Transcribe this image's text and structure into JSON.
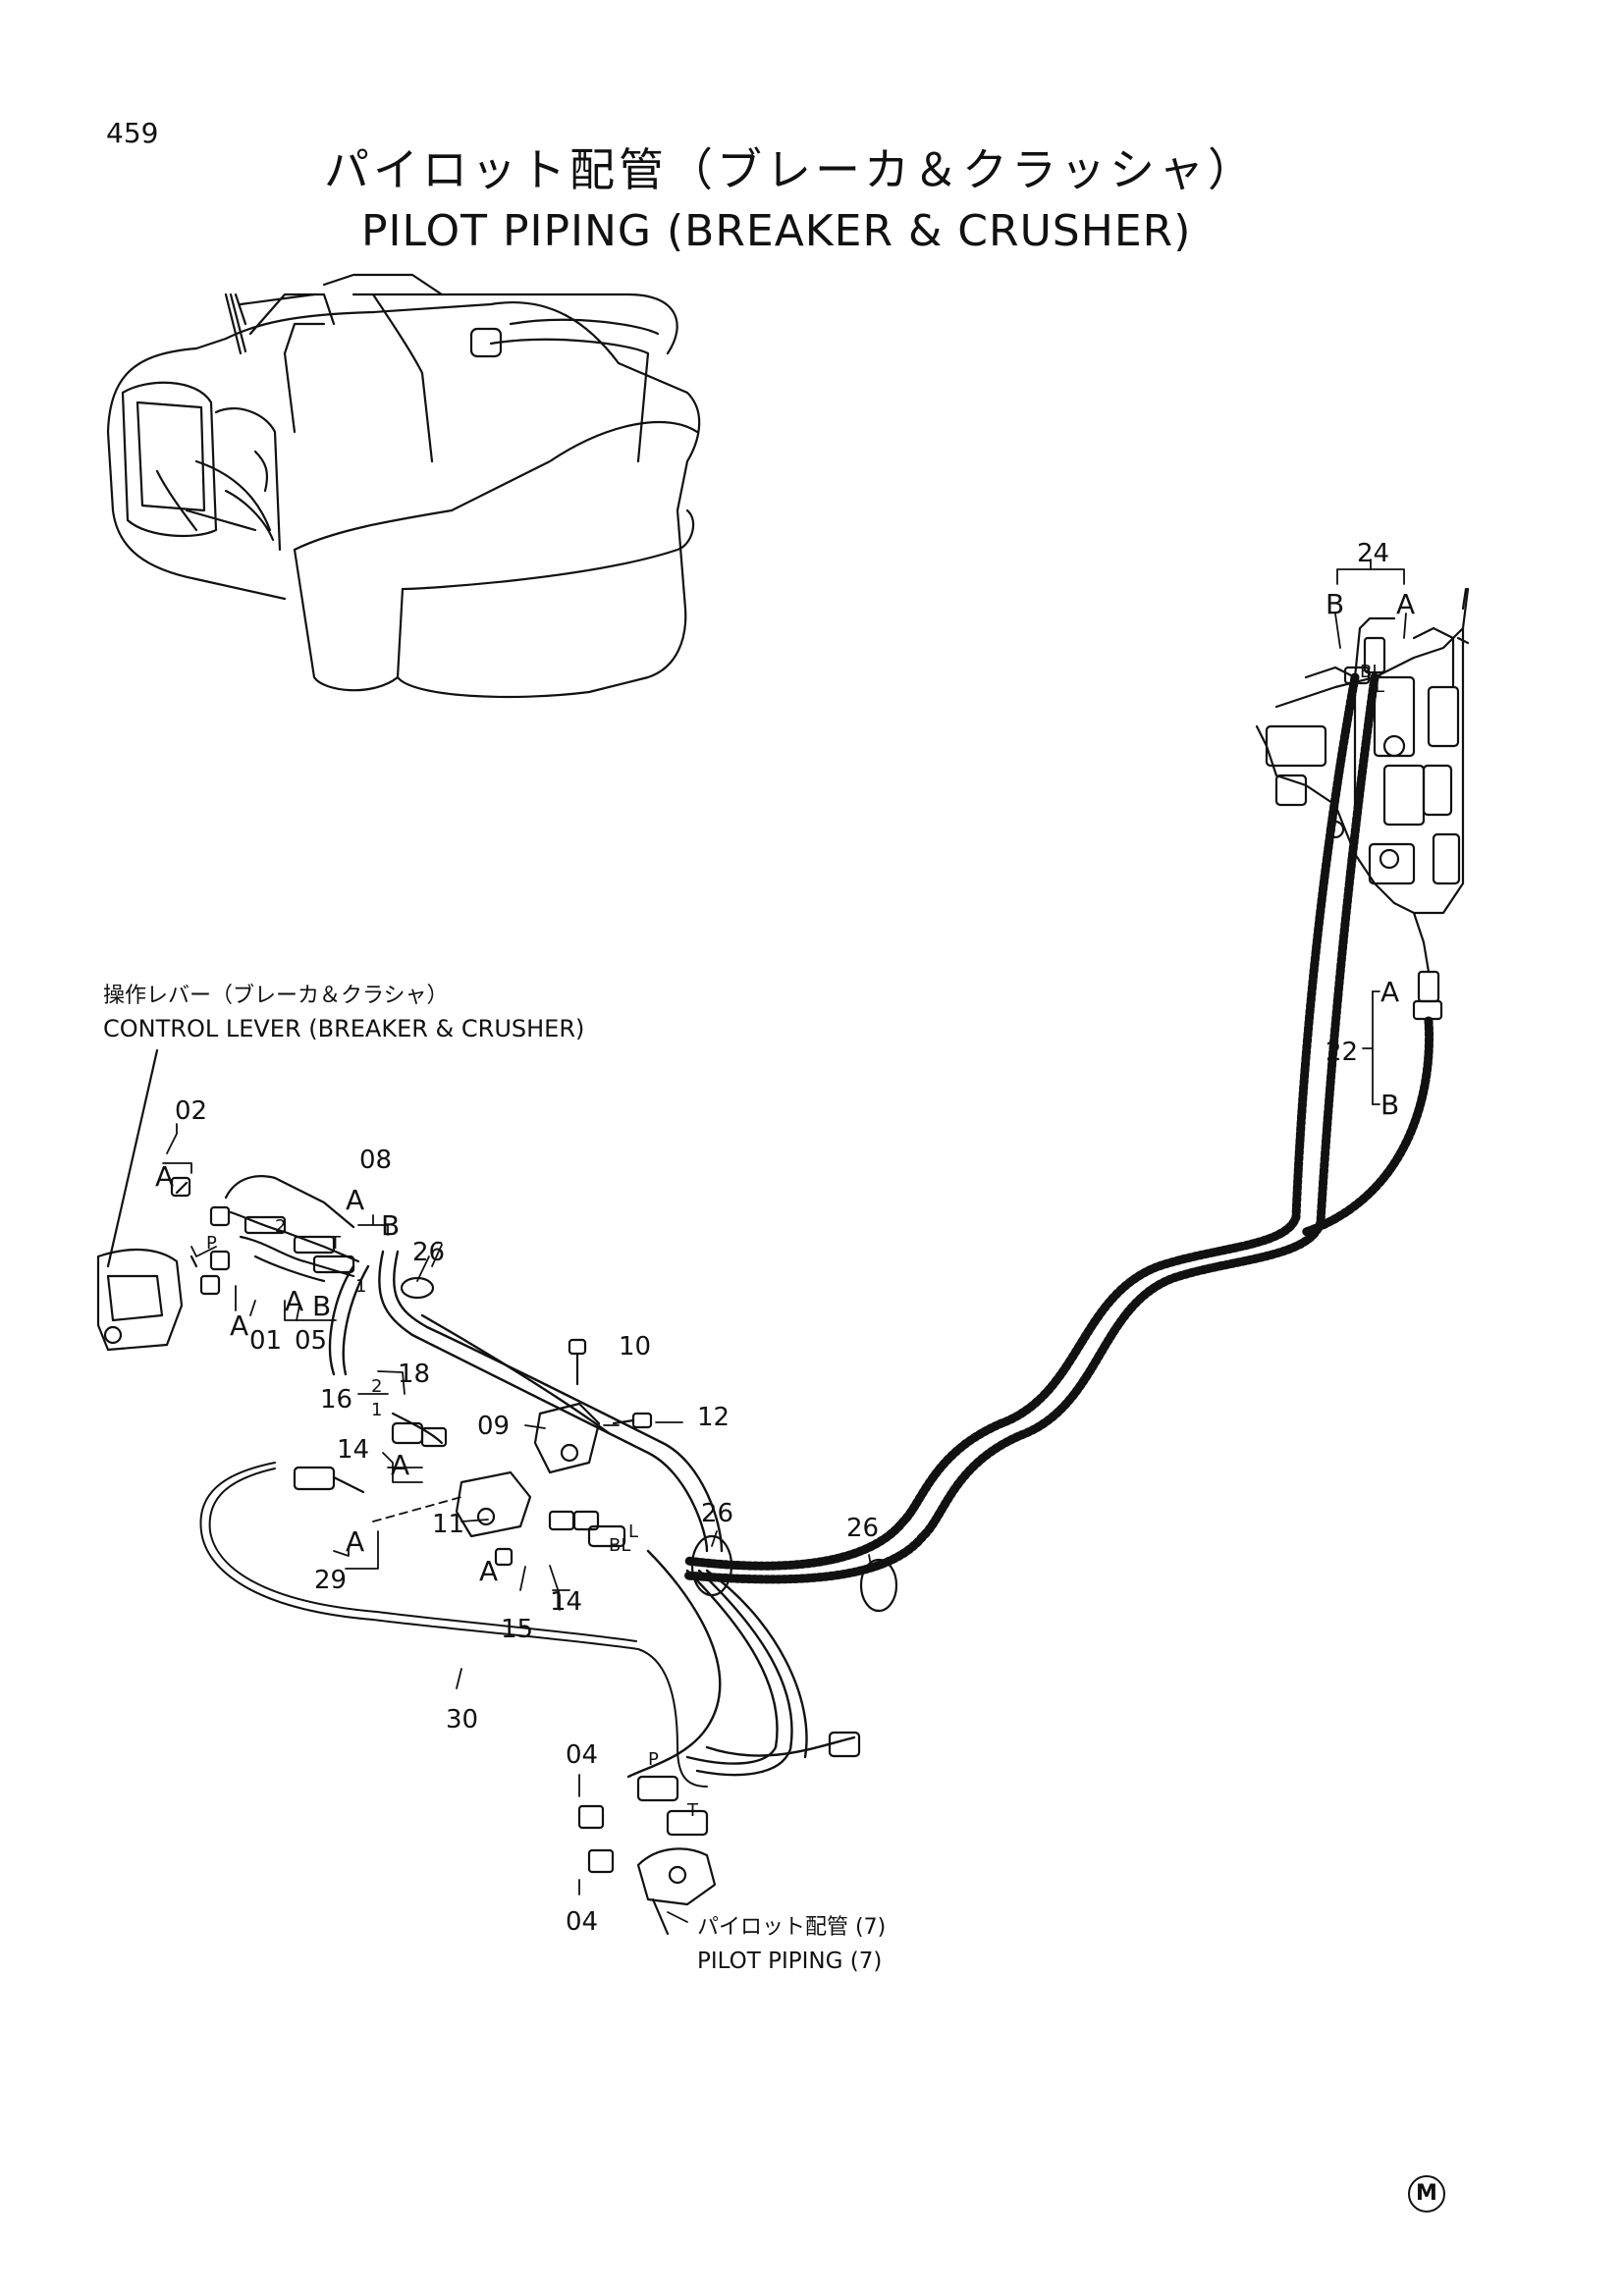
{
  "page_number": "459",
  "title_jp": "パイロット配管（ブレーカ＆クラッシャ）",
  "title_en": "PILOT PIPING (BREAKER & CRUSHER)",
  "control_lever": {
    "jp": "操作レバー（ブレーカ＆クラシャ）",
    "en": "CONTROL LEVER (BREAKER & CRUSHER)"
  },
  "pilot_piping_ref": {
    "jp": "パイロット配管 (7)",
    "en": "PILOT PIPING (7)"
  },
  "copyright_mark": "M",
  "callouts": {
    "c01": "01",
    "c02": "02",
    "c04a": "04",
    "c04b": "04",
    "c05": "05",
    "c08": "08",
    "c09": "09",
    "c10": "10",
    "c11": "11",
    "c12": "12",
    "c14a": "14",
    "c14b": "14",
    "c15": "15",
    "c16": "16",
    "c18": "18",
    "c22": "22",
    "c24": "24",
    "c26a": "26",
    "c26b": "26",
    "c26c": "26",
    "c29": "29",
    "c30": "30"
  },
  "ports": {
    "a1": "A",
    "a2": "A",
    "a3": "A",
    "a4": "A",
    "a5": "A",
    "a6": "A",
    "a7": "A",
    "a8": "A",
    "a9": "A",
    "b1": "B",
    "b2": "B",
    "b3": "B",
    "b4": "B",
    "p1": "P",
    "p2": "P",
    "t1": "T",
    "t2": "T",
    "bl1": "BL",
    "bl2": "BL",
    "l1": "L",
    "l2": "L",
    "l3": "L",
    "n1": "1",
    "n2": "1",
    "n3": "2",
    "n4": "2"
  }
}
